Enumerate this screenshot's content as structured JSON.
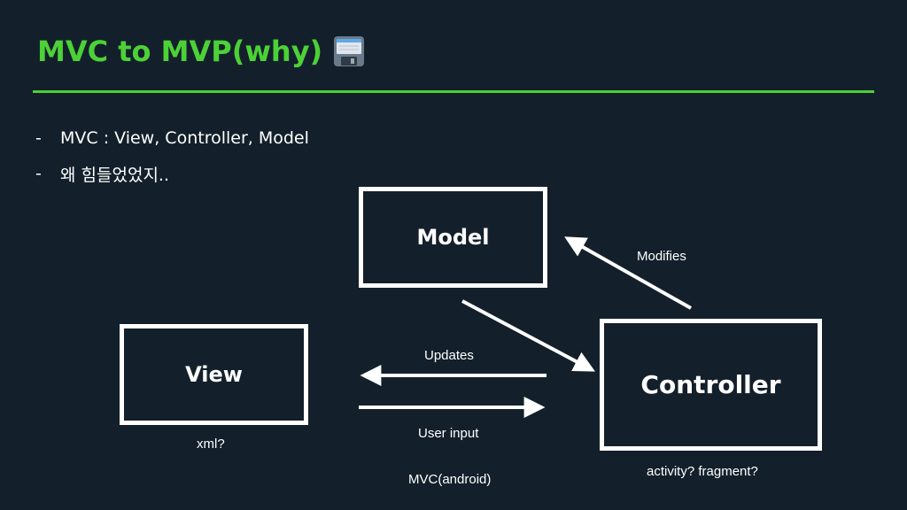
{
  "slide": {
    "title": "MVC to MVP(why)",
    "title_icon": "floppy-disk-icon",
    "accent_color": "#4cd137",
    "background_color": "#13202b",
    "bullets": [
      "MVC : View, Controller, Model",
      "왜 힘들었었지.."
    ]
  },
  "diagram": {
    "boxes": {
      "model": "Model",
      "view": "View",
      "controller": "Controller"
    },
    "edges": {
      "modifies": "Modifies",
      "updates": "Updates",
      "user_input": "User input"
    },
    "notes": {
      "view": "xml?",
      "controller": "activity? fragment?"
    },
    "caption": "MVC(android)"
  }
}
